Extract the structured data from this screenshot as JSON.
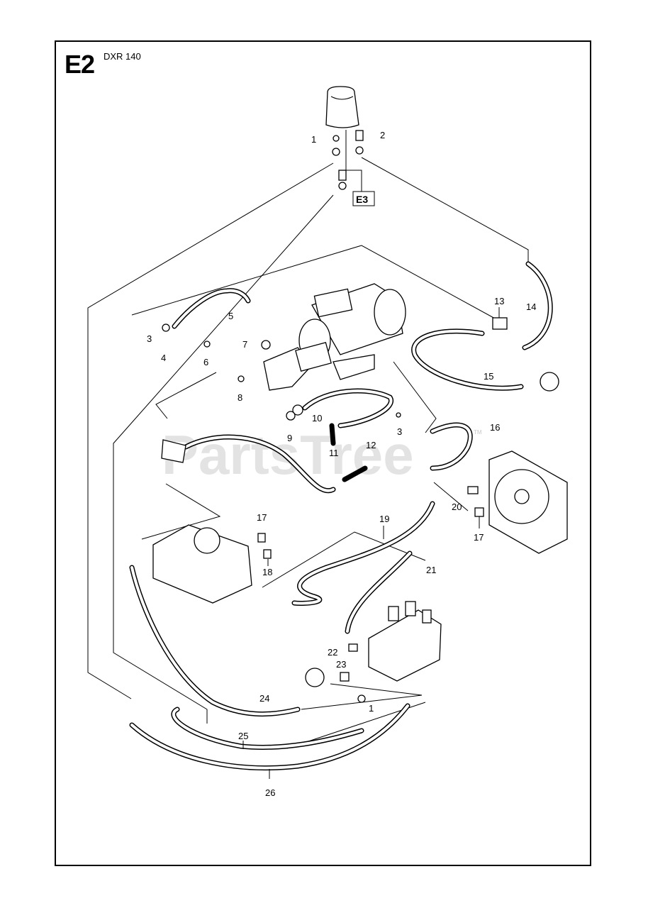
{
  "header": {
    "section": "E2",
    "model": "DXR 140"
  },
  "reference_box": "E3",
  "watermark": "PartsTree",
  "watermark_tm": "TM",
  "callouts": [
    "1",
    "2",
    "3",
    "4",
    "5",
    "6",
    "7",
    "8",
    "9",
    "10",
    "11",
    "12",
    "3",
    "13",
    "14",
    "15",
    "16",
    "17",
    "17",
    "18",
    "19",
    "20",
    "21",
    "22",
    "23",
    "24",
    "1",
    "25",
    "26"
  ]
}
